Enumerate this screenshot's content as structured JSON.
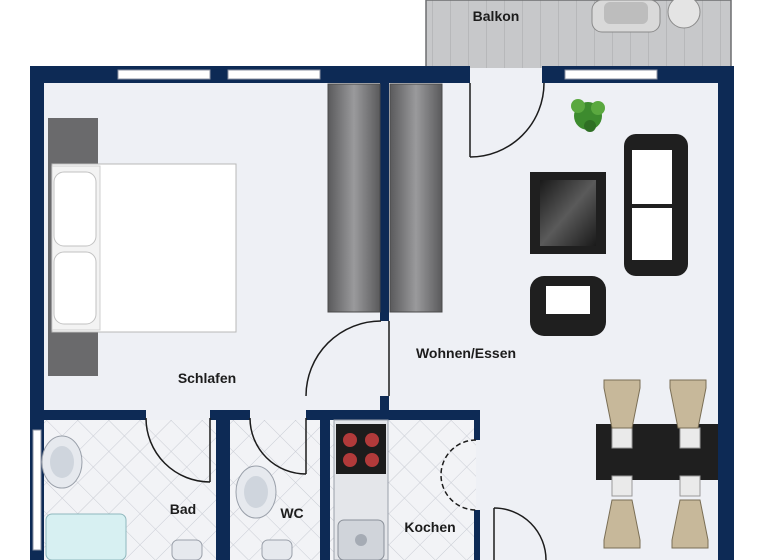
{
  "rooms": {
    "balcony": "Balkon",
    "bedroom": "Schlafen",
    "living": "Wohnen/Essen",
    "bath": "Bad",
    "wc": "WC",
    "kitchen": "Kochen"
  },
  "colors": {
    "wall": "#0d2a55",
    "floor": "#eef0f5",
    "tile": "#f2f3f6",
    "tile_line": "#c9ccd4",
    "balcony_floor": "#c9c9cb",
    "window": "#ffffff",
    "wardrobe": "#6e6e70",
    "furniture_dark": "#1f1f1f",
    "chair": "#c7b89a"
  }
}
